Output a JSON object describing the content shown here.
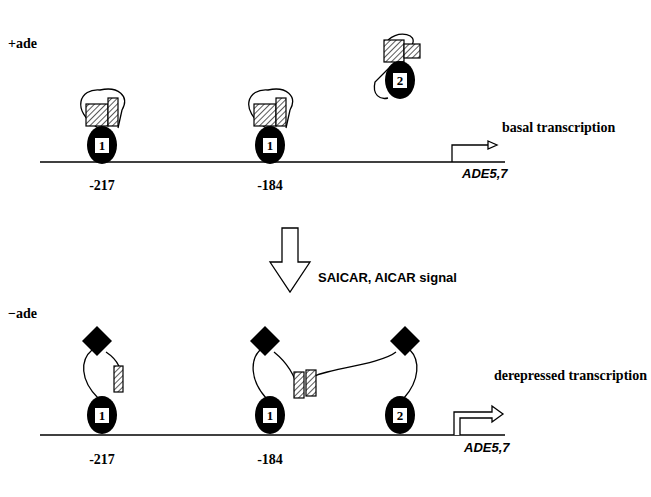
{
  "diagram": {
    "nodes": [
      {
        "text": [
          "1"
        ]
      },
      {
        "text": [
          "1"
        ]
      },
      {
        "text": [
          "2"
        ]
      },
      {
        "text": [
          "1"
        ]
      },
      {
        "text": [
          "1"
        ]
      },
      {
        "text": [
          "2"
        ]
      }
    ],
    "labels": [
      "+ade",
      "basal transcription",
      "-217",
      "-184",
      "ADE5,7",
      "SAICAR, AICAR signal",
      "−ade",
      "derepressed transcription",
      "-217",
      "-184",
      "ADE5,7"
    ]
  }
}
